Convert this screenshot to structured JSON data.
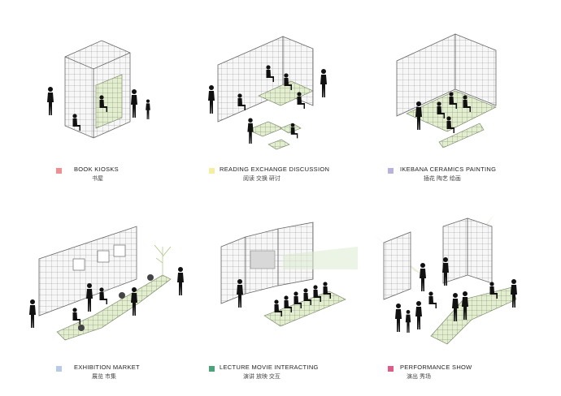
{
  "panels": [
    {
      "title": "BOOK  KIOSKS",
      "subtitle": "书屋",
      "swatch_color": "#ef8f8f"
    },
    {
      "title": "READING  EXCHANGE  DISCUSSION",
      "subtitle": "阅读  交换  研讨",
      "swatch_color": "#f3ef9e"
    },
    {
      "title": "IKEBANA  CERAMICS  PAINTING",
      "subtitle": "插花  陶艺  绘画",
      "swatch_color": "#b9b2dc"
    },
    {
      "title": "EXHIBITION  MARKET",
      "subtitle": "展览  市集",
      "swatch_color": "#b7cbe8"
    },
    {
      "title": "LECTURE  MOVIE  INTERACTING",
      "subtitle": "演讲  放映  交互",
      "swatch_color": "#4aa37a"
    },
    {
      "title": "PERFORMANCE  SHOW",
      "subtitle": "演出  秀场",
      "swatch_color": "#e05a8a"
    }
  ],
  "colors": {
    "grid_stroke": "#6b6b6b",
    "wall_fill": "#f6f6f6",
    "block_fill": "#e3edcf",
    "figure": "#111111"
  }
}
